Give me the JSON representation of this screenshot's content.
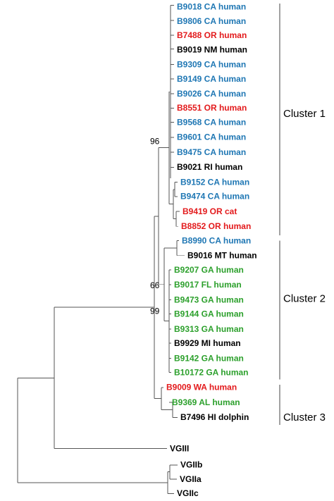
{
  "colors": {
    "CA": "#1f77b4",
    "OR": "#e31a1c",
    "GA": "#2ca02c",
    "other": "#000000"
  },
  "leaves": [
    {
      "text": "B9018 CA human",
      "color": "CA"
    },
    {
      "text": "B9806 CA human",
      "color": "CA"
    },
    {
      "text": "B7488 OR human",
      "color": "OR"
    },
    {
      "text": "B9019 NM human",
      "color": "other"
    },
    {
      "text": "B9309 CA human",
      "color": "CA"
    },
    {
      "text": "B9149 CA human",
      "color": "CA"
    },
    {
      "text": "B9026 CA human",
      "color": "CA"
    },
    {
      "text": "B8551 OR human",
      "color": "OR"
    },
    {
      "text": "B9568 CA human",
      "color": "CA"
    },
    {
      "text": "B9601 CA human",
      "color": "CA"
    },
    {
      "text": "B9475 CA human",
      "color": "CA"
    },
    {
      "text": "B9021 RI human",
      "color": "other"
    },
    {
      "text": "B9152 CA human",
      "color": "CA"
    },
    {
      "text": "B9474 CA human",
      "color": "CA"
    },
    {
      "text": "B9419 OR cat",
      "color": "OR"
    },
    {
      "text": "B8852 OR human",
      "color": "OR"
    },
    {
      "text": "B8990 CA human",
      "color": "CA"
    },
    {
      "text": "B9016 MT human",
      "color": "other"
    },
    {
      "text": "B9207 GA human",
      "color": "GA"
    },
    {
      "text": "B9017 FL human",
      "color": "GA"
    },
    {
      "text": "B9473 GA human",
      "color": "GA"
    },
    {
      "text": "B9144 GA human",
      "color": "GA"
    },
    {
      "text": "B9313 GA human",
      "color": "GA"
    },
    {
      "text": "B9929 MI human",
      "color": "other"
    },
    {
      "text": "B9142 GA human",
      "color": "GA"
    },
    {
      "text": "B10172 GA human",
      "color": "GA"
    },
    {
      "text": "B9009 WA human",
      "color": "OR"
    },
    {
      "text": "B9369 AL human",
      "color": "GA"
    },
    {
      "text": "B7496 HI dolphin",
      "color": "other"
    },
    {
      "text": "VGIII",
      "color": "other"
    },
    {
      "text": "VGIIb",
      "color": "other"
    },
    {
      "text": "VGIIa",
      "color": "other"
    },
    {
      "text": "VGIIc",
      "color": "other"
    }
  ],
  "bootstrap": [
    "96",
    "66",
    "99"
  ],
  "clusters": [
    "Cluster 1",
    "Cluster 2",
    "Cluster 3"
  ]
}
